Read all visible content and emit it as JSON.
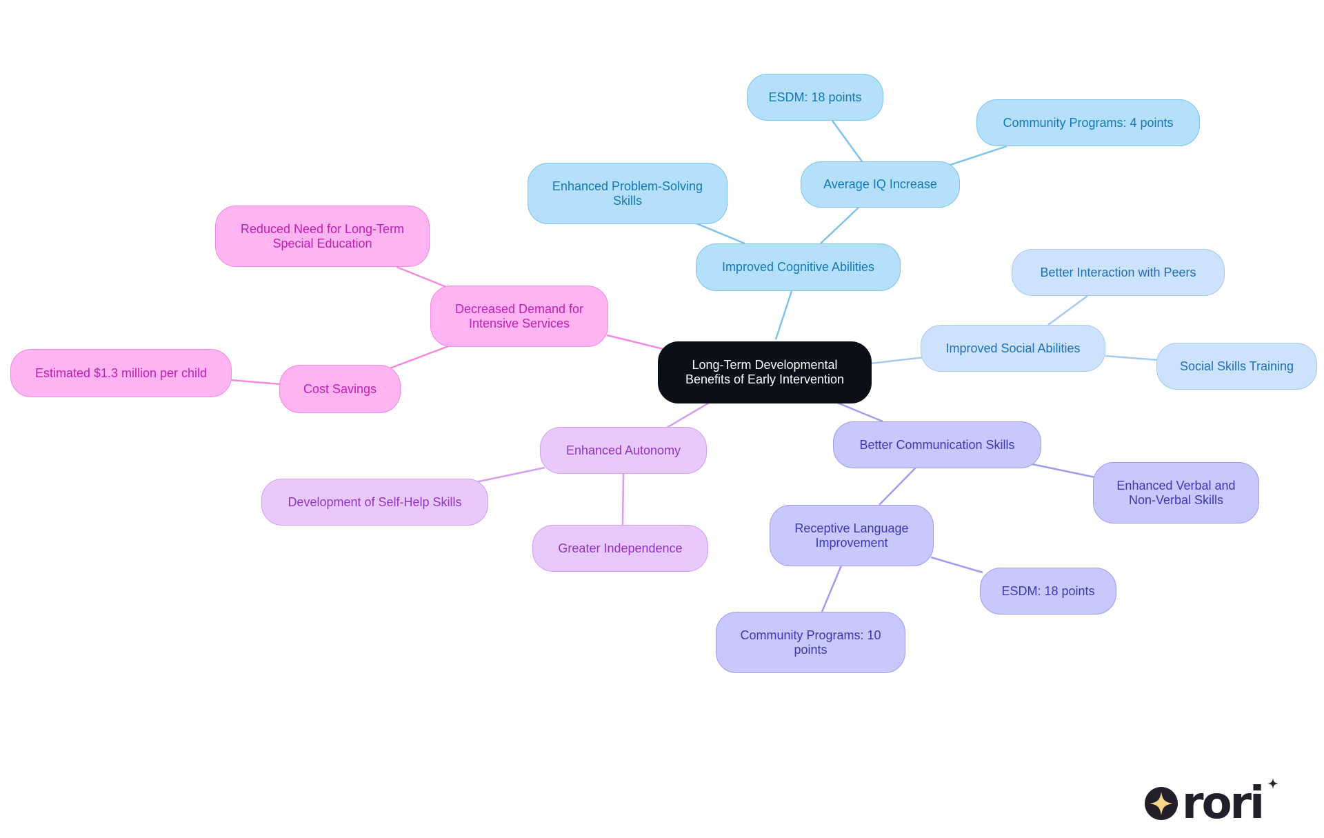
{
  "diagram": {
    "root": {
      "label": "Long-Term Developmental Benefits of Early Intervention"
    },
    "branches": {
      "cognitive": {
        "label": "Improved Cognitive Abilities",
        "children": {
          "problem_solving": "Enhanced Problem-Solving Skills",
          "iq_increase": "Average IQ Increase",
          "esdm": "ESDM: 18 points",
          "community": "Community Programs: 4 points"
        }
      },
      "social": {
        "label": "Improved Social Abilities",
        "children": {
          "peers": "Better Interaction with Peers",
          "training": "Social Skills Training"
        }
      },
      "communication": {
        "label": "Better Communication Skills",
        "children": {
          "verbal": "Enhanced Verbal and Non-Verbal Skills",
          "receptive": "Receptive Language Improvement",
          "esdm": "ESDM: 18 points",
          "community": "Community Programs: 10 points"
        }
      },
      "autonomy": {
        "label": "Enhanced Autonomy",
        "children": {
          "self_help": "Development of Self-Help Skills",
          "independence": "Greater Independence"
        }
      },
      "demand": {
        "label": "Decreased Demand for Intensive Services",
        "children": {
          "special_ed": "Reduced Need for Long-Term Special Education",
          "cost_savings": "Cost Savings",
          "estimate": "Estimated $1.3 million per child"
        }
      }
    },
    "colors": {
      "root": "#0b0f16",
      "cognitive": "#7cc3ee",
      "social": "#a7c9ef",
      "communication": "#9e9cef",
      "autonomy": "#d49ff2",
      "demand": "#f18ae0"
    }
  },
  "logo": {
    "wordmark": "rori",
    "icon": "sparkle-icon"
  }
}
